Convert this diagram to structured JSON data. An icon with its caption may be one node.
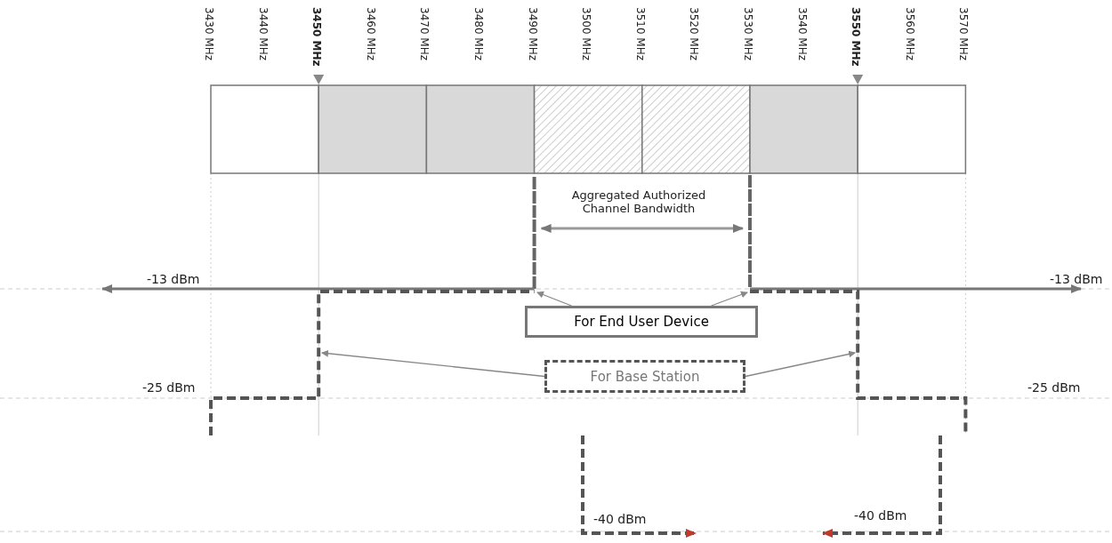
{
  "diagram": {
    "nodes": [
      {
        "text": [
          "For End User Device"
        ]
      },
      {
        "text": [
          "For Base Station"
        ]
      },
      {
        "text": [],
        "shape": "line"
      },
      {
        "text": [],
        "shape": "line"
      },
      {
        "text": [],
        "shape": "line"
      }
    ],
    "edges": [
      {
        "from": 0,
        "to": 2,
        "arrow": "to"
      },
      {
        "from": 0,
        "to": 2,
        "arrow": "to"
      },
      {
        "from": 1,
        "to": 3,
        "arrow": "to"
      },
      {
        "from": 1,
        "to": 4,
        "arrow": "to"
      }
    ],
    "labels": [
      "3430 MHz",
      "3440 MHz",
      "3450 MHz",
      "3460 MHz",
      "3470 MHz",
      "3480 MHz",
      "3490 MHz",
      "3500 MHz",
      "3510 MHz",
      "3520 MHz",
      "3530 MHz",
      "3540 MHz",
      "3550 MHz",
      "3560 MHz",
      "3570 MHz",
      "Aggregated Authorized Channel Bandwidth",
      "-13 dBm",
      "-13 dBm",
      "-25 dBm",
      "-25 dBm",
      "-40 dBm",
      "-40 dBm"
    ]
  }
}
